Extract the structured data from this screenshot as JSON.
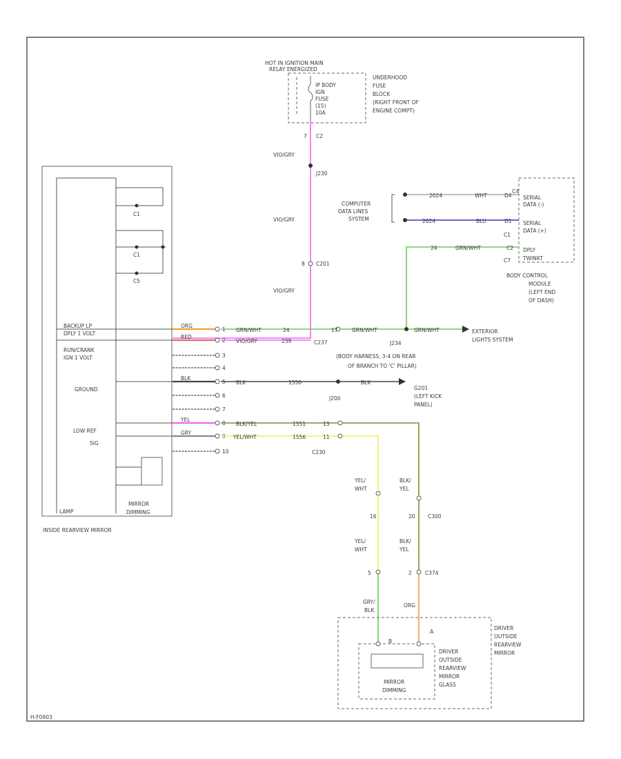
{
  "hot_source": {
    "line1": "HOT IN IGNITION MAIN",
    "line2": "RELAY ENERGIZED"
  },
  "fuse_inner": [
    "IP BODY",
    "IGN",
    "FUSE",
    "(15)",
    "10A"
  ],
  "fuse_block": [
    "UNDERHOOD",
    "FUSE",
    "BLOCK",
    "(RIGHT FRONT OF",
    "ENGINE COMPT)"
  ],
  "fuse_pins": {
    "pin": "7",
    "conn": "C2"
  },
  "violet_wire": {
    "label_a": "VIO/GRY",
    "label_b": "VIO/GRY",
    "label_c": "VIO/GRY",
    "splice": "J230",
    "conn": "C201",
    "conn_pin": "8"
  },
  "computer_data": {
    "lines": [
      "COMPUTER",
      "DATA LINES",
      "SYSTEM"
    ],
    "w1": {
      "circuit": "2024",
      "color": "WHT",
      "pin": "D4"
    },
    "w2": {
      "circuit": "2024",
      "color": "BLU",
      "pin": "D1"
    },
    "pin_low": "C1"
  },
  "bcm": {
    "serial1": "SERIAL",
    "serial1b": "DATA (-)",
    "serial2": "SERIAL",
    "serial2b": "DATA (+)",
    "dply1": "DPLY",
    "dply2": "TWINKT",
    "pin_top": "C4",
    "pin_a": "C1",
    "pin_b": "C7",
    "caption": [
      "BODY CONTROL",
      "MODULE",
      "(LEFT END",
      "OF DASH)"
    ]
  },
  "dply_wire": {
    "circuit": "24",
    "color": "GRN/WHT",
    "pin": "C2"
  },
  "inside_mirror": {
    "func1": "BACKUP LP",
    "func1b": "DPLY 1 VOLT",
    "func2": "RUN/CRANK",
    "func2b": "IGN 1 VOLT",
    "func3": "GROUND",
    "func4": "LOW REF",
    "func5": "SIG",
    "pin_d1": "C1",
    "pin_d2": "C1",
    "pin_d3": "C5",
    "module": "MIRROR",
    "module2": "DIMMING",
    "lamp": "LAMP",
    "caption": "INSIDE REARVIEW MIRROR"
  },
  "pins": [
    {
      "color": "ORG",
      "num": "1"
    },
    {
      "color": "RED",
      "num": "2"
    },
    {
      "color": "NONE",
      "num": "3"
    },
    {
      "color": "NONE",
      "num": "4"
    },
    {
      "color": "BLK",
      "num": "5"
    },
    {
      "color": "NONE",
      "num": "6"
    },
    {
      "color": "NONE",
      "num": "7"
    },
    {
      "color": "YEL",
      "num": "8"
    },
    {
      "color": "GRY",
      "num": "9"
    },
    {
      "color": "NONE",
      "num": "10"
    }
  ],
  "row1": {
    "color": "GRN/WHT",
    "circuit": "24",
    "pin": "17",
    "color2": "GRN/WHT",
    "splice": "J234",
    "color3": "GRN/WHT",
    "dest": "EXTERIOR",
    "dest2": "LIGHTS SYSTEM"
  },
  "row2": {
    "color": "VIO/GRY",
    "circuit": "239",
    "conn": "C237"
  },
  "harness": {
    "line1": "(BODY HARNESS, 3-4 ON REAR",
    "line2": "OF BRANCH TO 'C' PILLAR)"
  },
  "row5": {
    "color": "BLK",
    "circuit": "1550",
    "color2": "BLK",
    "splice": "J200",
    "ground": "G201",
    "ground2": "(LEFT KICK",
    "ground3": "PANEL)"
  },
  "row8": {
    "color": "BLK/YEL",
    "circuit": "1551",
    "pin": "13"
  },
  "row9": {
    "color": "YEL/WHT",
    "circuit": "1556",
    "pin": "11",
    "conn": "C230"
  },
  "down_wires": {
    "yel1": "YEL/",
    "yel1b": "WHT",
    "yel2": "YEL/",
    "yel2b": "WHT",
    "blk1": "BLK/",
    "blk1b": "YEL",
    "blk2": "BLK/",
    "blk2b": "YEL",
    "pin16": "16",
    "pin20": "20",
    "conn_mid": "C300",
    "conn_low": "C374",
    "low_pin": "5",
    "low_pin2": "2"
  },
  "outside_mirror": {
    "gry": "GRY/",
    "gryb": "BLK",
    "org": "ORG",
    "pin_a": "A",
    "pin_b": "B",
    "module": "MIRROR",
    "module2": "DIMMING",
    "glass": [
      "DRIVER",
      "OUTSIDE",
      "REARVIEW",
      "MIRROR",
      "GLASS"
    ],
    "caption": [
      "DRIVER",
      "OUTSIDE",
      "REARVIEW",
      "MIRROR"
    ]
  },
  "footer_code": "H-F0903",
  "colors": {
    "violet": "#ee66ee",
    "green": "#66cc55",
    "blue": "#3333cc",
    "orange": "#f39a3c",
    "red": "#e36a6a",
    "black": "#444444",
    "yellow": "#eeee55",
    "olive": "#8a8a2a",
    "gray": "#888888"
  }
}
